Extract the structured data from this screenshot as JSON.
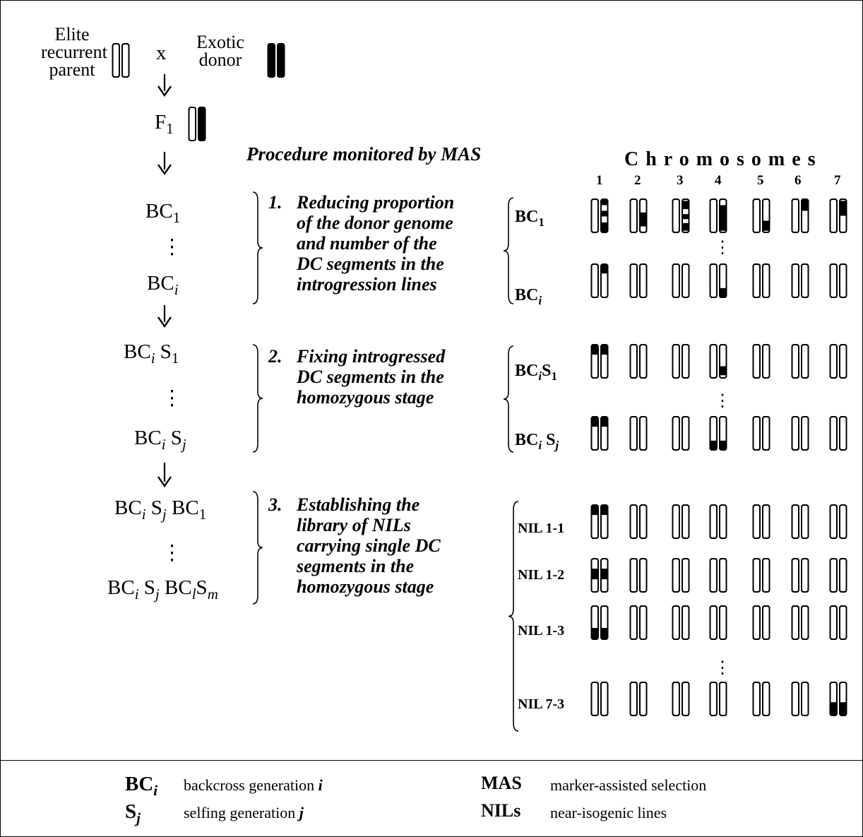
{
  "pedigree": {
    "elite_parent": [
      "Elite",
      "recurrent",
      "parent"
    ],
    "cross_symbol": "x",
    "exotic_donor": [
      "Exotic",
      "donor"
    ],
    "f1": {
      "main": "F",
      "sub": "1"
    },
    "bc1": {
      "main": "BC",
      "sub": "1"
    },
    "bci": {
      "main": "BC",
      "sub": "i"
    },
    "bcis1": {
      "a": "BC",
      "a_sub": "i",
      "b": "S",
      "b_sub": "1"
    },
    "bcisj": {
      "a": "BC",
      "a_sub": "i",
      "b": "S",
      "b_sub": "j"
    },
    "bcisjbc1": {
      "a": "BC",
      "a_sub": "i",
      "b": "S",
      "b_sub": "j",
      "c": "BC",
      "c_sub": "1"
    },
    "bcisjbclsm": {
      "a": "BC",
      "a_sub": "i",
      "b": "S",
      "b_sub": "j",
      "c": "BC",
      "c_sub": "l",
      "d": "S",
      "d_sub": "m"
    },
    "ellipsis": "⋮"
  },
  "procedure_title": "Procedure monitored by MAS",
  "steps": [
    {
      "number": "1.",
      "lines": [
        "Reducing proportion",
        "of the donor genome",
        "and number of the",
        "DC segments in the",
        "introgression lines"
      ]
    },
    {
      "number": "2.",
      "lines": [
        "Fixing introgressed",
        "DC segments in the",
        "homozygous stage"
      ]
    },
    {
      "number": "3.",
      "lines": [
        "Establishing the",
        "library of NILs",
        "carrying single DC",
        "segments in the",
        "homozygous stage"
      ]
    }
  ],
  "chromosomes_header": "Chromosomes",
  "chromosome_numbers": [
    "1",
    "2",
    "3",
    "4",
    "5",
    "6",
    "7"
  ],
  "row_labels": {
    "bc1": {
      "main": "BC",
      "sub": "1"
    },
    "bci": {
      "main": "BC",
      "sub": "i"
    },
    "bcis1": {
      "a": "BC",
      "a_sub": "i",
      "b": "S",
      "b_sub": "1"
    },
    "bcisj": {
      "a": "BC",
      "a_sub": "i",
      "b": "S",
      "b_sub": "j"
    },
    "nils": [
      "NIL 1-1",
      "NIL 1-2",
      "NIL 1-3",
      "NIL 7-3"
    ]
  },
  "legend": [
    {
      "symbol": "BC",
      "sub": "i",
      "text": "backcross generation",
      "var": "i"
    },
    {
      "symbol": "S",
      "sub": "j",
      "text": "selfing generation",
      "var": "j"
    },
    {
      "symbol": "MAS",
      "text": "marker-assisted selection"
    },
    {
      "symbol": "NILs",
      "text": "near-isogenic lines"
    }
  ]
}
